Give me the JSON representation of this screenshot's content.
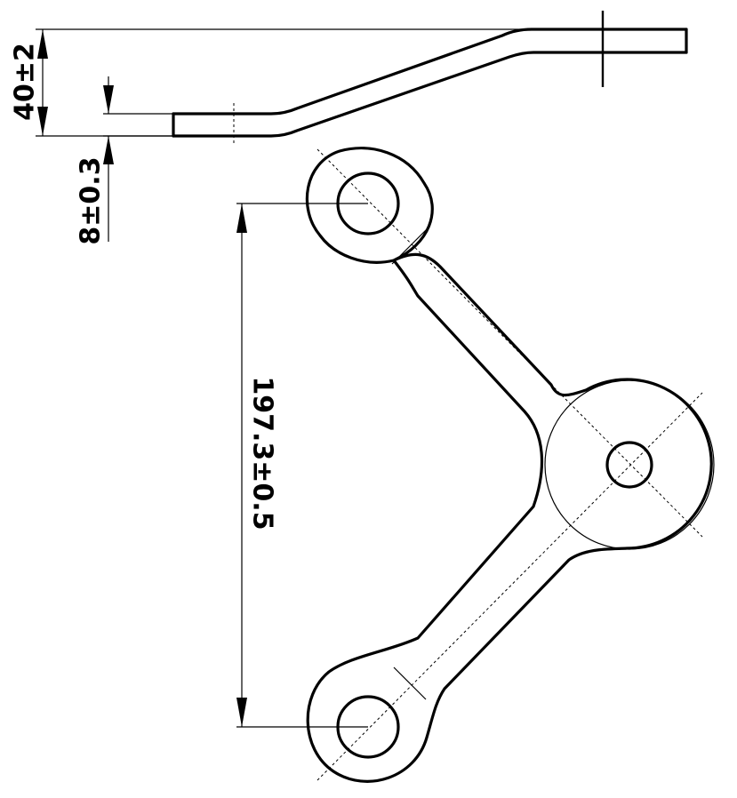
{
  "dimensions": {
    "offset_height": "40±2",
    "plate_thickness": "8±0.3",
    "hole_spacing": "197.3±0.5"
  }
}
